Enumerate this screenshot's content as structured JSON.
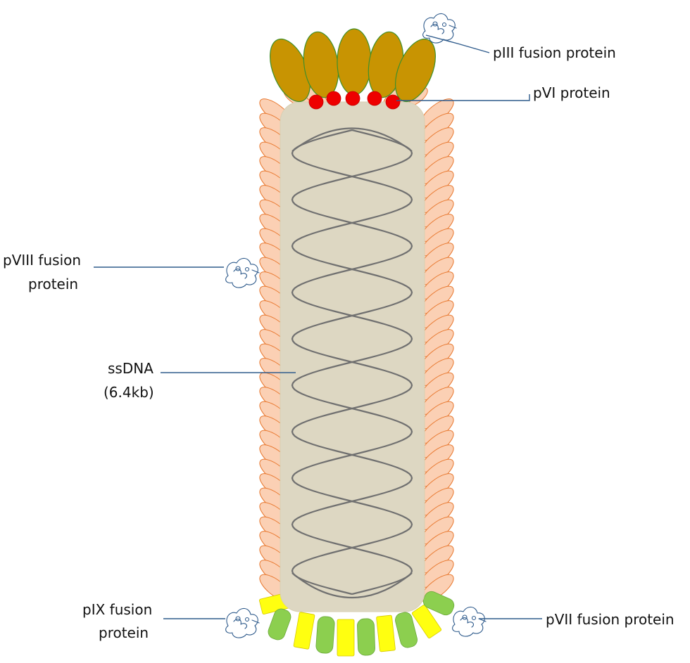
{
  "labels": {
    "piii": "pIII fusion protein",
    "pvi": "pVI protein",
    "pviii_line1": "pVIII fusion",
    "pviii_line2": "protein",
    "ssdna_line1": "ssDNA",
    "ssdna_line2": "(6.4kb)",
    "pix_line1": "pIX fusion",
    "pix_line2": "protein",
    "pvii": "pVII fusion protein"
  },
  "colors": {
    "capsid_fill": "#ddd7c2",
    "capsid_edge": "#d8cfb3",
    "pviii_fill": "#fbd0b4",
    "pviii_stroke": "#e8782f",
    "piii_fill": "#c89402",
    "piii_stroke": "#3f8f2a",
    "pvi_fill": "#ee0000",
    "pix_fill": "#ffff10",
    "pvii_fill": "#8ccf4f",
    "dna_stroke": "#707070",
    "leader_stroke": "#2f5b8c"
  },
  "icons": {
    "fused_peptide": "scribble-peptide-icon"
  }
}
